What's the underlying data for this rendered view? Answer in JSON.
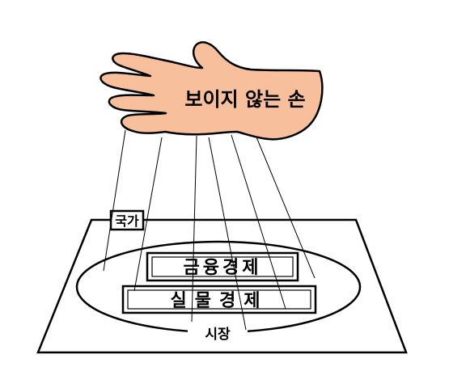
{
  "hand": {
    "label": "보이지 않는 손",
    "skin_color": "#f7bf9c"
  },
  "state": {
    "label": "국가"
  },
  "market": {
    "label": "시장"
  },
  "financial_economy": {
    "label": "금융경제"
  },
  "real_economy": {
    "label": "실물경제"
  },
  "colors": {
    "outline": "#000000",
    "background": "#ffffff"
  }
}
